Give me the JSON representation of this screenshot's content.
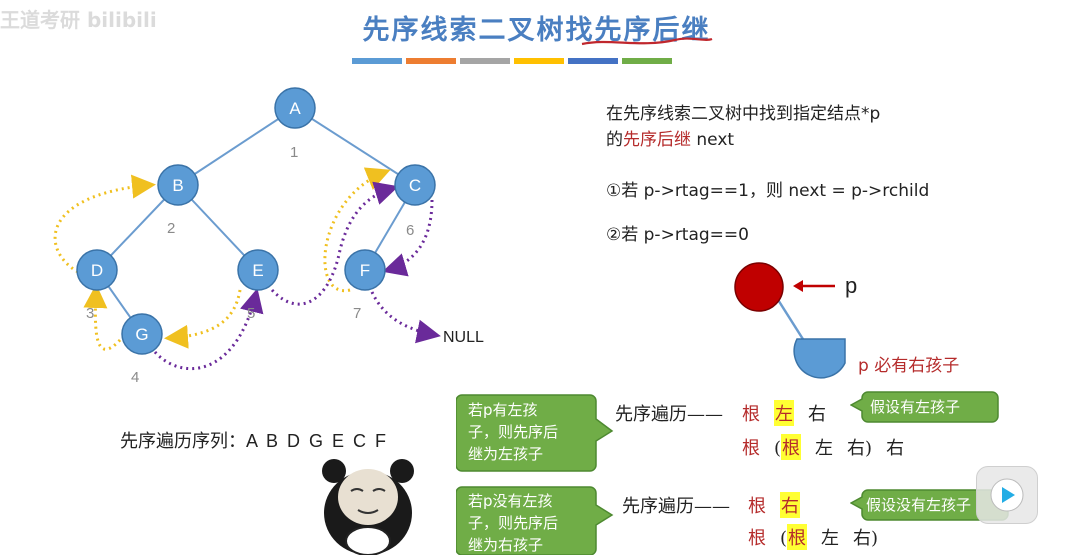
{
  "header": {
    "title": "先序线索二叉树找先序后继",
    "watermark": "王道考研 bilibili",
    "color_strip": [
      "#5b9bd5",
      "#ed7d31",
      "#a5a5a5",
      "#ffc000",
      "#4472c4",
      "#70ad47"
    ]
  },
  "tree": {
    "nodes": [
      {
        "id": "A",
        "label": "A",
        "order": "1"
      },
      {
        "id": "B",
        "label": "B",
        "order": "2"
      },
      {
        "id": "C",
        "label": "C",
        "order": "6"
      },
      {
        "id": "D",
        "label": "D",
        "order": "3"
      },
      {
        "id": "E",
        "label": "E",
        "order": "5"
      },
      {
        "id": "F",
        "label": "F",
        "order": "7"
      },
      {
        "id": "G",
        "label": "G",
        "order": "4"
      }
    ],
    "null_label": "NULL"
  },
  "preorder_sequence": {
    "label": "先序遍历序列：",
    "value": "A B D G E C F"
  },
  "explanation": {
    "line1": "在先序线索二叉树中找到指定结点*p",
    "line2_prefix": "的",
    "line2_highlight": "先序后继",
    "line2_suffix": " next",
    "case1": "①若 p->rtag==1，则 next = p->rchild",
    "case2": "②若 p->rtag==0"
  },
  "p_diagram": {
    "pointer_label": "p",
    "note": "p 必有右孩子"
  },
  "case_left": {
    "callout": [
      "若p有左孩",
      "子，则先序后",
      "继为左孩子"
    ],
    "traversal_label": "先序遍历——",
    "row1": [
      "根",
      "左",
      "右"
    ],
    "row2": [
      "根",
      "(",
      "根",
      "左",
      "右",
      ")",
      "右"
    ],
    "assume": "假设有左孩子"
  },
  "case_right": {
    "callout": [
      "若p没有左孩",
      "子，则先序后",
      "继为右孩子"
    ],
    "traversal_label": "先序遍历——",
    "row1": [
      "根",
      "右"
    ],
    "row2": [
      "根",
      "(",
      "根",
      "左",
      "右",
      ")"
    ],
    "assume": "假设没有左孩子"
  }
}
